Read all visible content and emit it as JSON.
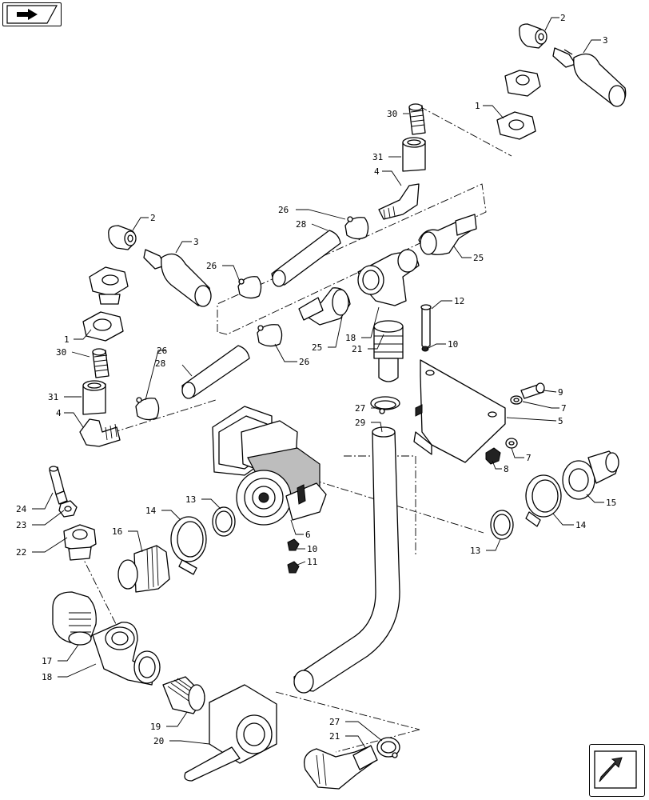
{
  "navigation": {
    "top_button_icon": "forward-arrow-icon",
    "bottom_button_icon": "return-arrow-icon"
  },
  "callouts": {
    "c1a": "1",
    "c1b": "1",
    "c2a": "2",
    "c2b": "2",
    "c3a": "3",
    "c3b": "3",
    "c4a": "4",
    "c4b": "4",
    "c5": "5",
    "c6": "6",
    "c7a": "7",
    "c7b": "7",
    "c8": "8",
    "c9": "9",
    "c10a": "10",
    "c10b": "10",
    "c11": "11",
    "c12": "12",
    "c13a": "13",
    "c13b": "13",
    "c14a": "14",
    "c14b": "14",
    "c15": "15",
    "c16": "16",
    "c17": "17",
    "c18a": "18",
    "c18b": "18",
    "c19": "19",
    "c20": "20",
    "c21a": "21",
    "c21b": "21",
    "c22": "22",
    "c23": "23",
    "c24": "24",
    "c25a": "25",
    "c25b": "25",
    "c26a": "26",
    "c26b": "26",
    "c26c": "26",
    "c26d": "26",
    "c27a": "27",
    "c27b": "27",
    "c28a": "28",
    "c28b": "28",
    "c29": "29",
    "c30a": "30",
    "c30b": "30",
    "c31a": "31",
    "c31b": "31"
  }
}
